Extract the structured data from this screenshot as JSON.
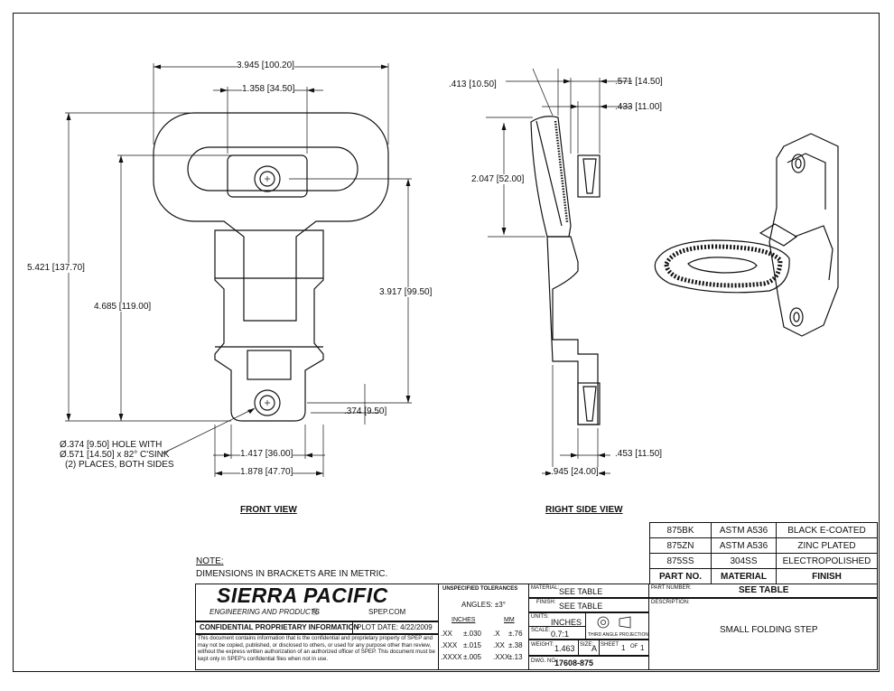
{
  "front_view": {
    "title": "FRONT VIEW",
    "dims": {
      "overall_width": "3.945 [100.20]",
      "slot_width": "1.358 [34.50]",
      "overall_height": "5.421 [137.70]",
      "hole_to_hole": "4.685 [119.00]",
      "arm_height": "3.917 [99.50]",
      "hole_offset": ".374 [9.50]",
      "inner_base": "1.417 [36.00]",
      "outer_base": "1.878 [47.70]"
    },
    "hole_note": [
      "Ø.374 [9.50]  HOLE WITH",
      "Ø.571 [14.50] x 82° C'SINK",
      "(2) PLACES, BOTH SIDES"
    ]
  },
  "side_view": {
    "title": "RIGHT SIDE VIEW",
    "dims": {
      "tread_thk": ".413 [10.50]",
      "top_depth": ".571 [14.50]",
      "wall": ".433 [11.00]",
      "tread_len": "2.047 [52.00]",
      "bottom_lip": ".453 [11.50]",
      "depth": ".945 [24.00]"
    }
  },
  "note": {
    "heading": "NOTE:",
    "text": "DIMENSIONS IN BRACKETS ARE IN METRIC."
  },
  "parts_table": {
    "rows": [
      [
        "875BK",
        "ASTM A536",
        "BLACK E-COATED"
      ],
      [
        "875ZN",
        "ASTM A536",
        "ZINC PLATED"
      ],
      [
        "875SS",
        "304SS",
        "ELECTROPOLISHED"
      ]
    ],
    "headers": [
      "PART NO.",
      "MATERIAL",
      "FINISH"
    ]
  },
  "title_block": {
    "company": "SIERRA PACIFIC",
    "subtitle": "ENGINEERING AND PRODUCTS",
    "website": "SPEP.COM",
    "confidential": "CONFIDENTIAL PROPRIETARY INFORMATION",
    "plot_date": "PLOT DATE:  4/22/2009",
    "disclaimer": "This document contains information that is the confidential and proprietary property of SPEP and may not be copied, published, or disclosed to others, or used for any purpose other than review, without the express written authorization of an authorized officer of SPEP. This document must be kept only in SPEP's confidential files when not in use.",
    "tolerances": {
      "heading": "UNSPECIFIED TOLERANCES",
      "angles": "ANGLES:  ±3°",
      "col_in": "INCHES",
      "col_mm": "MM",
      "rows": [
        [
          ".XX",
          "±.030",
          ".X",
          "±.76"
        ],
        [
          ".XXX",
          "±.015",
          ".XX",
          "±.38"
        ],
        [
          ".XXXX",
          "±.005",
          ".XXX",
          "±.13"
        ]
      ]
    },
    "material_label": "MATERIAL:",
    "material": "SEE TABLE",
    "finish_label": "FINISH:",
    "finish": "SEE TABLE",
    "units_label": "UNITS:",
    "units": "INCHES",
    "projection": "THIRD ANGLE PROJECTION",
    "scale_label": "SCALE:",
    "scale": "0.7:1",
    "weight_label": "WEIGHT:",
    "weight": "1.463",
    "size_label": "SIZE:",
    "size": "A",
    "sheet_label": "SHEET",
    "sheet": "1",
    "of_label": "OF",
    "of": "1",
    "dwg_label": "DWG. NO.:",
    "dwg_no": "17608-875",
    "partnum_label": "PART NUMBER:",
    "partnum": "SEE TABLE",
    "desc_label": "DESCRIPTION:",
    "description": "SMALL FOLDING STEP"
  }
}
